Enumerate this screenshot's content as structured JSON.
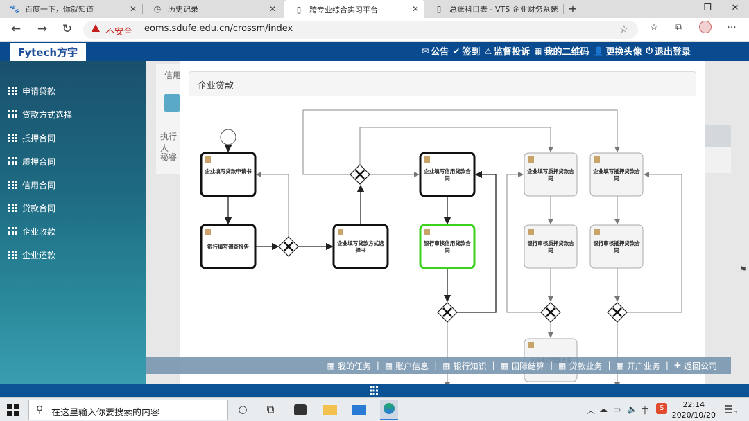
{
  "browser": {
    "tabs": [
      {
        "title": "百度一下，你就知道",
        "active": false
      },
      {
        "title": "历史记录",
        "active": false
      },
      {
        "title": "跨专业综合实习平台",
        "active": true
      },
      {
        "title": "总账科目表 - VTS 企业财务系统",
        "active": false
      }
    ],
    "security_label": "不安全",
    "url": "eoms.sdufe.edu.cn/crossm/index"
  },
  "app": {
    "logo_text": "Fytech方宇",
    "top_menu": [
      "公告",
      "签到",
      "监督投诉",
      "我的二维码",
      "更换头像",
      "退出登录"
    ]
  },
  "sidebar": {
    "items": [
      "申请贷款",
      "贷款方式选择",
      "抵押合同",
      "质押合同",
      "信用合同",
      "贷款合同",
      "企业收款",
      "企业还款"
    ]
  },
  "background": {
    "title_fragment": "信用",
    "row1": "执行人",
    "row2": "秘睿"
  },
  "modal": {
    "panel_title": "企业贷款",
    "diagram": {
      "tasks": [
        "企业填写贷款申请书",
        "银行填写调查报告",
        "企业填写贷款方式选择书",
        "企业填写信用贷款合同",
        "银行审核信用贷款合同",
        "企业填写质押贷款合同",
        "银行审核质押贷款合同",
        "企业填写抵押贷款合同",
        "银行审核抵押贷款合同",
        "企业签订借款合同"
      ],
      "active_task": "银行审核信用贷款合同"
    }
  },
  "bottom_nav": [
    "我的任务",
    "账户信息",
    "银行知识",
    "国际结算",
    "贷款业务",
    "开户业务",
    "返回公司"
  ],
  "taskbar": {
    "search_placeholder": "在这里输入你要搜索的内容",
    "time": "22:14",
    "date": "2020/10/20",
    "ime": "中",
    "notification_count": "3"
  }
}
